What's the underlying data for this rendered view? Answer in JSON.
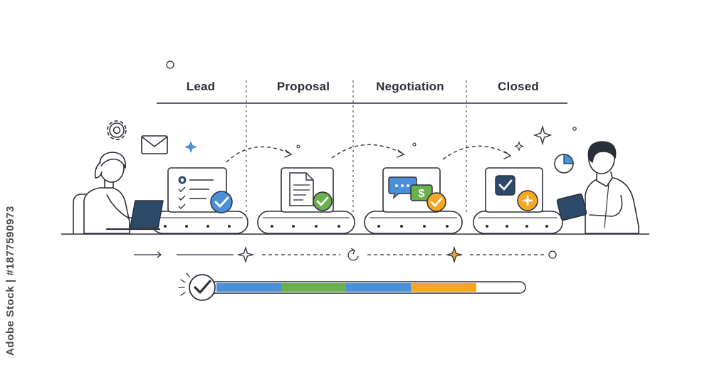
{
  "stages": [
    {
      "label": "Lead"
    },
    {
      "label": "Proposal"
    },
    {
      "label": "Negotiation"
    },
    {
      "label": "Closed"
    }
  ],
  "progress": {
    "segments": [
      "#4a90d9",
      "#6ab04c",
      "#4a90d9",
      "#f5a623"
    ]
  },
  "watermark": "Adobe Stock | #1877590973",
  "colors": {
    "line": "#2b2f3a",
    "blue": "#4a90d9",
    "green": "#6ab04c",
    "orange": "#f5a623",
    "navy": "#2d4a6b"
  },
  "icons": [
    "gear-icon",
    "envelope-icon",
    "sparkle-icon",
    "checklist-icon",
    "document-icon",
    "chat-icon",
    "dollar-icon",
    "check-badge-icon",
    "plus-badge-icon",
    "pie-chart-icon",
    "laptop-icon",
    "tablet-icon"
  ]
}
